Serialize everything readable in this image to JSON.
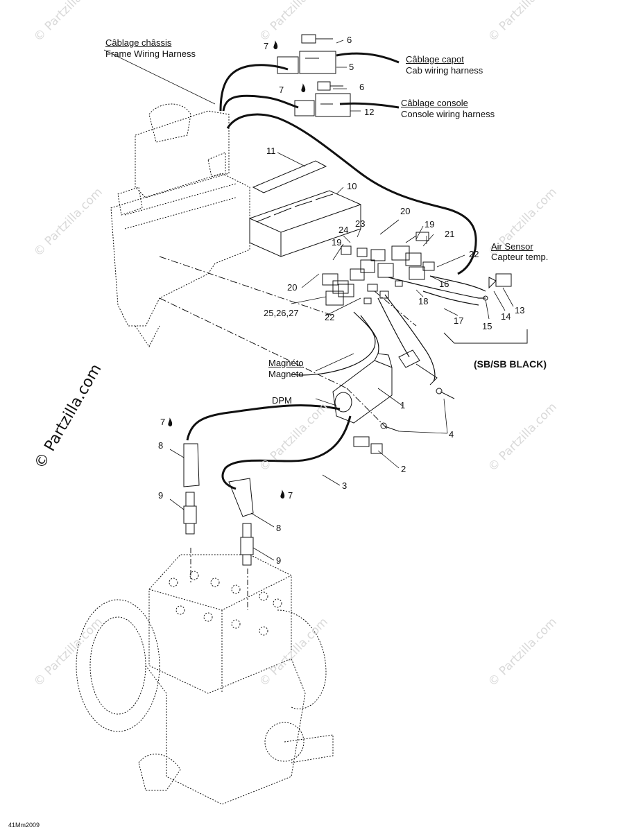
{
  "labels": {
    "frame_fr": "Câblage châssis",
    "frame_en": "Frame Wiring Harness",
    "cab_fr": "Câblage capot",
    "cab_en": "Cab wiring harness",
    "console_fr": "Câblage console",
    "console_en": "Console wiring harness",
    "air_en": "Air Sensor",
    "air_fr": "Capteur temp.",
    "magneto_fr": "Magnéto",
    "magneto_en": "Magneto",
    "dpm": "DPM",
    "sb_black": "(SB/SB BLACK)",
    "code": "41Mm2009"
  },
  "callouts": {
    "n1": "1",
    "n2": "2",
    "n3": "3",
    "n4": "4",
    "n5": "5",
    "n6a": "6",
    "n6b": "6",
    "n7a": "7",
    "n7b": "7",
    "n7c": "7",
    "n7d": "7",
    "n8a": "8",
    "n8b": "8",
    "n9a": "9",
    "n9b": "9",
    "n10": "10",
    "n11": "11",
    "n12": "12",
    "n13": "13",
    "n14": "14",
    "n15": "15",
    "n16": "16",
    "n17": "17",
    "n18": "18",
    "n19a": "19",
    "n19b": "19",
    "n20a": "20",
    "n20b": "20",
    "n21": "21",
    "n22a": "22",
    "n22b": "22",
    "n23": "23",
    "n24": "24",
    "n252627": "25,26,27"
  },
  "watermark": {
    "text": "© Partzilla.com",
    "side": "© Partzilla.com"
  },
  "colors": {
    "ink": "#111111",
    "watermark": "#d9d9d9"
  }
}
